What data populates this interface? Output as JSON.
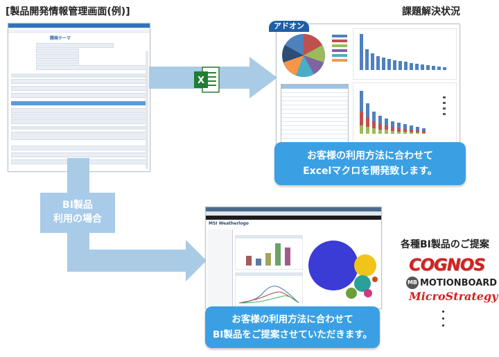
{
  "titles": {
    "left": "[製品開発情報管理画面(例)]",
    "right": "課題解決状況",
    "proposal": "各種BI製品のご提案"
  },
  "addon_tab": "アドオン",
  "app_screen": {
    "heading": "開発テーマ"
  },
  "bi_box": {
    "line1": "BI製品",
    "line2": "利用の場合"
  },
  "callout_excel": {
    "line1": "お客様の利用方法に合わせて",
    "line2": "Excelマクロを開発致します。"
  },
  "callout_bi": {
    "line1": "お客様の利用方法に合わせて",
    "line2": "BI製品をご提案させていただきます。"
  },
  "bi_screenshot": {
    "app_name": "MSI Weatherlogo"
  },
  "logos": {
    "cognos": "COGNOS",
    "motionboard": "MOTIONBOARD",
    "microstrategy": "MicroStrategy"
  },
  "colors": {
    "callout": "#3aa0e3",
    "arrow": "#a9cbe6",
    "addon": "#1f5fa5",
    "brand_red": "#d81f1f"
  }
}
